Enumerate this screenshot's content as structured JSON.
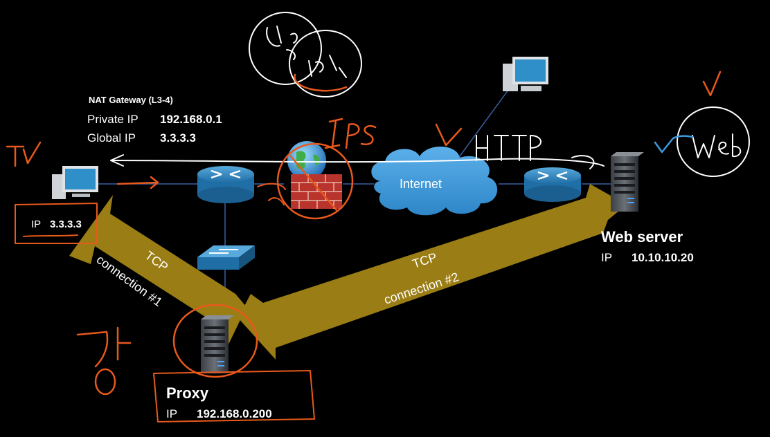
{
  "nat_gateway": {
    "title": "NAT Gateway (L3-4)",
    "private_ip_label": "Private IP",
    "private_ip": "192.168.0.1",
    "global_ip_label": "Global IP",
    "global_ip": "3.3.3.3"
  },
  "client": {
    "ip_label": "IP",
    "ip": "3.3.3.3"
  },
  "internet_label": "Internet",
  "web_server": {
    "name": "Web server",
    "ip_label": "IP",
    "ip": "10.10.10.20"
  },
  "proxy": {
    "name": "Proxy",
    "ip_label": "IP",
    "ip": "192.168.0.200"
  },
  "connection_1": {
    "line1": "TCP",
    "line2": "connection #1"
  },
  "connection_2": {
    "line1": "TCP",
    "line2": "connection #2"
  },
  "handwriting": {
    "ips": "IPS",
    "http": "HTTP",
    "web": "Web"
  },
  "colors": {
    "arrow": "#9a7d14",
    "device_blue": "#2f8fc8",
    "annotation_orange": "#e8591c",
    "annotation_white": "#ffffff",
    "annotation_blue": "#3b9be0"
  }
}
